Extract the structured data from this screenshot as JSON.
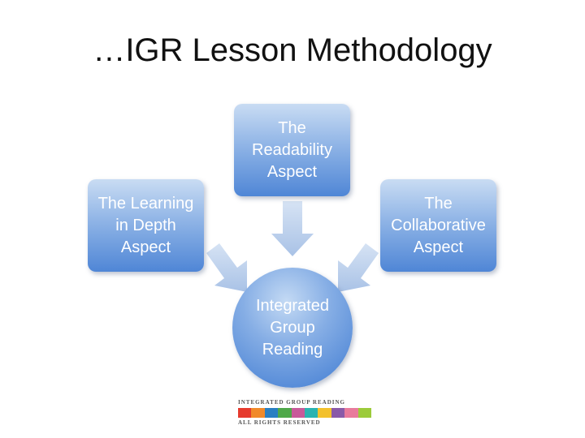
{
  "title": "…IGR Lesson Methodology",
  "nodes": {
    "top": "The\nReadability\nAspect",
    "left": "The Learning\nin Depth\nAspect",
    "right": "The\nCollaborative\nAspect",
    "center": "Integrated\nGroup\nReading"
  },
  "logo": {
    "top_text": "INTEGRATED GROUP READING",
    "bottom_text": "ALL RIGHTS RESERVED",
    "colors": [
      "#e63b2e",
      "#f18a2a",
      "#2a7fc2",
      "#4fa84a",
      "#c85a9a",
      "#2bb3b1",
      "#f3c12c",
      "#8a5aa8",
      "#e87b9c",
      "#9ccb3b"
    ]
  },
  "colors": {
    "box_top": "#c9dcf3",
    "box_bottom": "#4f86d6",
    "arrow": "#b9cdea"
  }
}
